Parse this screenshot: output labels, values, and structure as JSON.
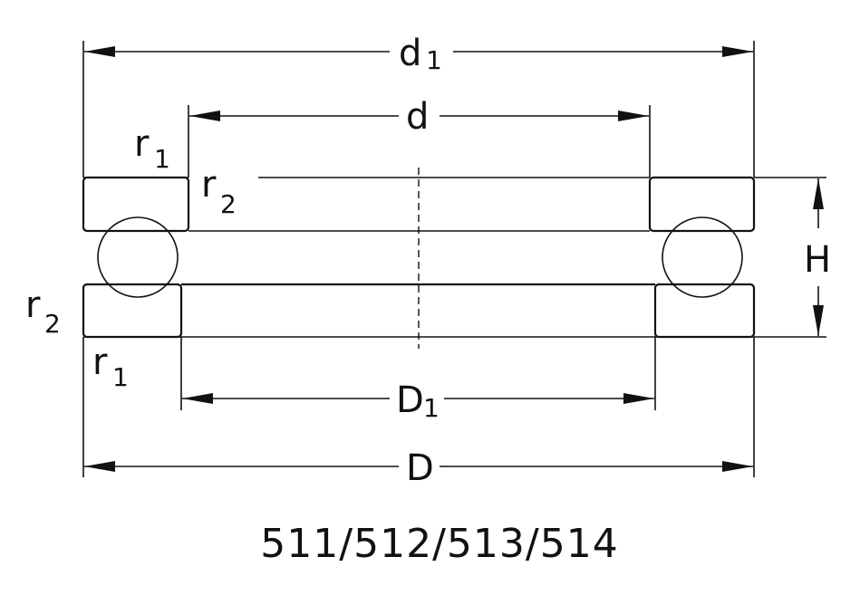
{
  "labels": {
    "d1": "d",
    "d1_sub": "1",
    "d": "d",
    "D1": "D",
    "D1_sub": "1",
    "D": "D",
    "H": "H",
    "r1_top": "r",
    "r1_top_sub": "1",
    "r2_top": "r",
    "r2_top_sub": "2",
    "r2_left": "r",
    "r2_left_sub": "2",
    "r1_bottom": "r",
    "r1_bottom_sub": "1"
  },
  "caption": "511/512/513/514",
  "colors": {
    "line": "#111111",
    "background": "#ffffff"
  }
}
